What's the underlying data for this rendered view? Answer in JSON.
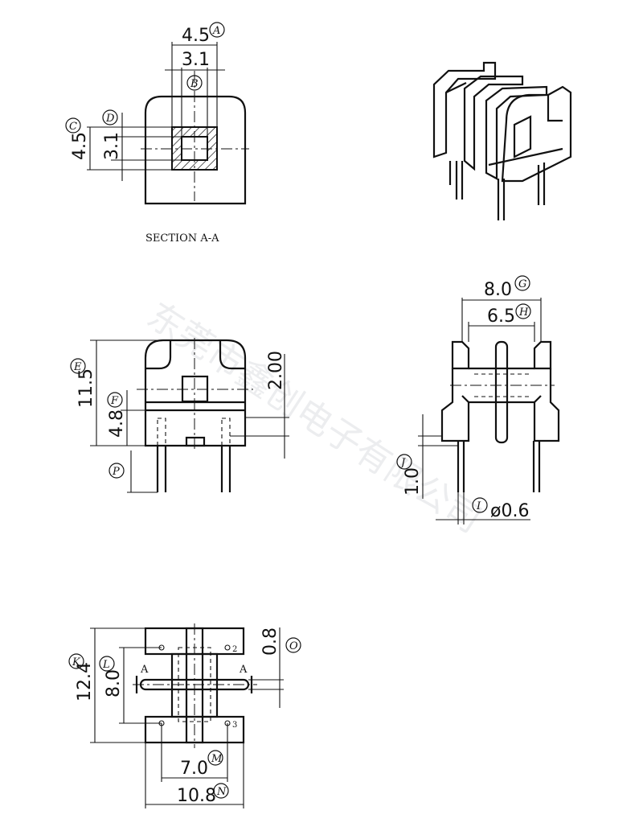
{
  "watermark": "东莞市鑫创电子有限公司",
  "section_caption": "SECTION A-A",
  "section_marks": [
    "A",
    "A"
  ],
  "pin_numbers": [
    "2",
    "3"
  ],
  "dimensions": {
    "A": {
      "label": "A",
      "value": "4.5"
    },
    "B": {
      "label": "B",
      "value": "3.1"
    },
    "C": {
      "label": "C",
      "value": "4.5"
    },
    "D": {
      "label": "D",
      "value": "3.1"
    },
    "E": {
      "label": "E",
      "value": "11.5"
    },
    "F": {
      "label": "F",
      "value": "4.8"
    },
    "G": {
      "label": "G",
      "value": "8.0"
    },
    "H": {
      "label": "H",
      "value": "6.5"
    },
    "I": {
      "label": "I",
      "value": "ø0.6"
    },
    "J": {
      "label": "J",
      "value": "1.0"
    },
    "K": {
      "label": "K",
      "value": "12.4"
    },
    "L": {
      "label": "L",
      "value": "8.0"
    },
    "M": {
      "label": "M",
      "value": "7.0"
    },
    "N": {
      "label": "N",
      "value": "10.8"
    },
    "O": {
      "label": "O",
      "value": "0.8"
    },
    "P": {
      "label": "P",
      "value": ""
    },
    "front_height": {
      "value": "2.00"
    }
  }
}
